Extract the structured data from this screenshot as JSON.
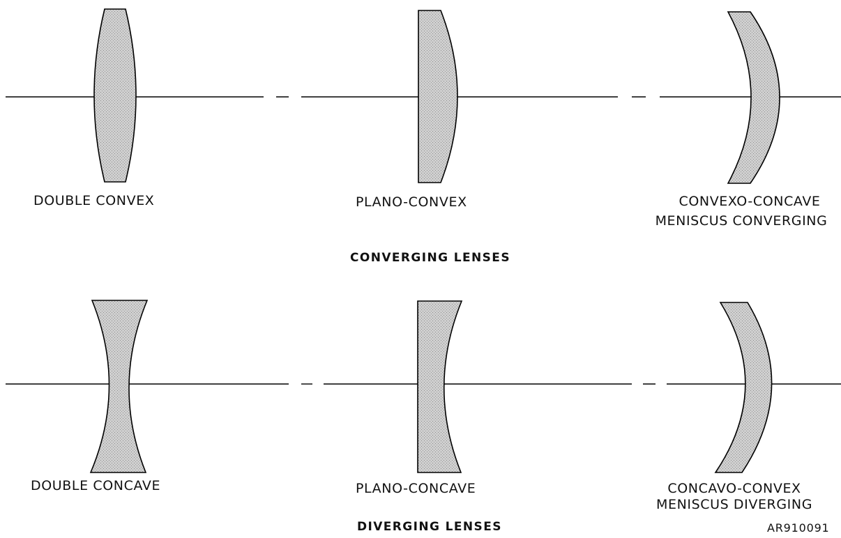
{
  "converging": {
    "heading": "CONVERGING LENSES",
    "lenses": [
      {
        "label": "DOUBLE CONVEX"
      },
      {
        "label": "PLANO-CONVEX"
      },
      {
        "label_line1": "CONVEXO-CONCAVE",
        "label_line2": "MENISCUS CONVERGING"
      }
    ]
  },
  "diverging": {
    "heading": "DIVERGING LENSES",
    "lenses": [
      {
        "label": "DOUBLE CONCAVE"
      },
      {
        "label": "PLANO-CONCAVE"
      },
      {
        "label_line1": "CONCAVO-CONVEX",
        "label_line2": "MENISCUS DIVERGING"
      }
    ]
  },
  "figure_id": "AR910091",
  "colors": {
    "lens_fill": "#c9c9c9",
    "line": "#000000",
    "background": "#ffffff"
  }
}
